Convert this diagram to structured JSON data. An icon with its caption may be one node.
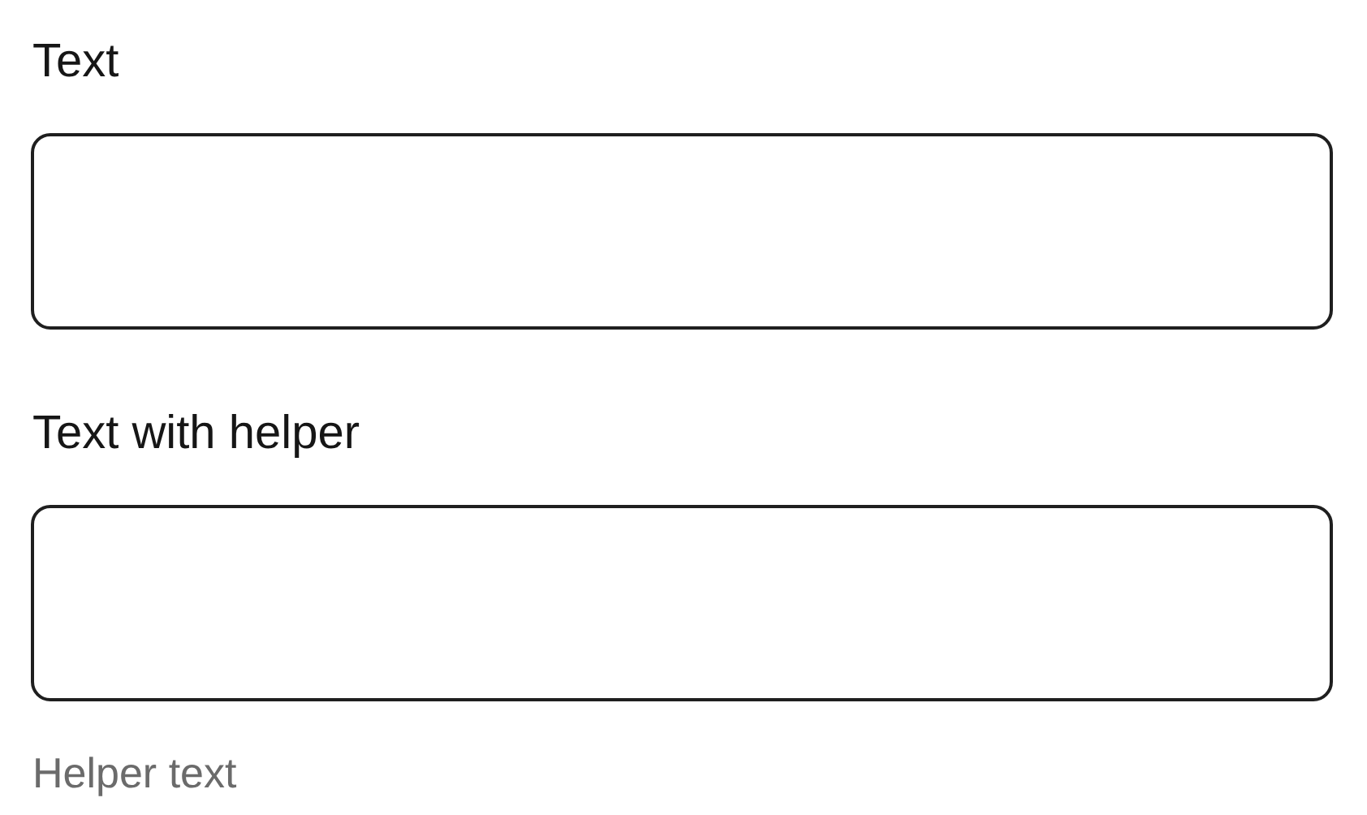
{
  "diagram": {
    "nodes": [
      {
        "text": [
          "Text"
        ]
      },
      {
        "text": [
          "Text with helper"
        ],
        "beside": [
          "Helper text"
        ]
      }
    ]
  }
}
